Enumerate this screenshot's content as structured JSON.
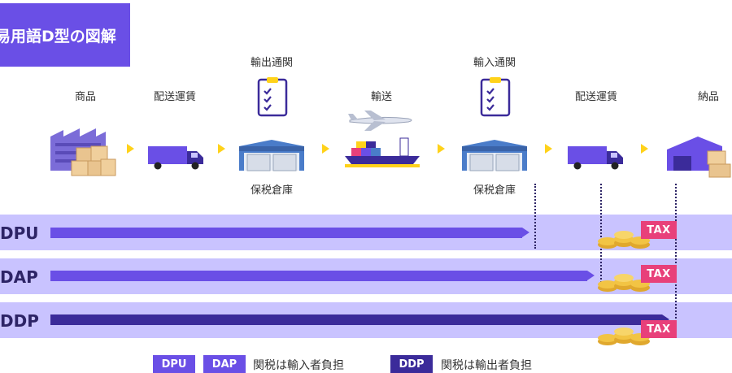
{
  "title": "易用語D型の図解",
  "steps": {
    "goods": "商品",
    "delivery1": "配送運賃",
    "export_clearance": "輸出通関",
    "transport": "輸送",
    "import_clearance": "輸入通関",
    "delivery2": "配送運賃",
    "delivered": "納品",
    "bonded1": "保税倉庫",
    "bonded2": "保税倉庫"
  },
  "terms": [
    "DPU",
    "DAP",
    "DDP"
  ],
  "tax_label": "TAX",
  "legend": {
    "dpu": "DPU",
    "dap": "DAP",
    "importer_text": "関税は輸入者負担",
    "ddp": "DDP",
    "exporter_text": "関税は輸出者負担"
  },
  "colors": {
    "accent": "#6a4fe6",
    "dark": "#3b2b9a",
    "band": "#c9c3ff",
    "tax": "#e8407a",
    "arrow": "#ffd21a"
  }
}
